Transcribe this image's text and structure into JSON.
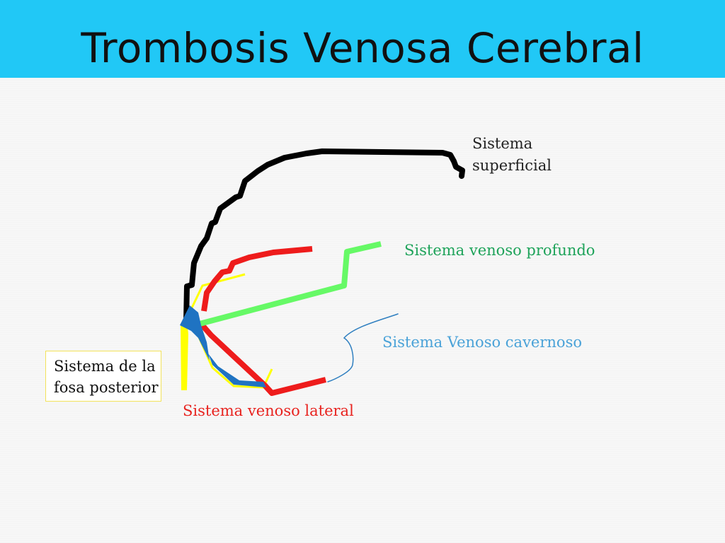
{
  "slide": {
    "title": "Trombosis Venosa Cerebral"
  },
  "labels": {
    "superficial": "Sistema\nsuperficial",
    "superficial_line1": "Sistema",
    "superficial_line2": "superficial",
    "profundo": "Sistema venoso profundo",
    "cavernoso": "Sistema Venoso cavernoso",
    "lateral": "Sistema venoso  lateral",
    "fosa_line1": "Sistema  de la",
    "fosa_line2": "fosa posterior"
  },
  "colors": {
    "title_bar": "#21c8f6",
    "superficial_line": "#000000",
    "profundo_line": "#66f966",
    "profundo_text": "#1ea35a",
    "cavernoso_line": "#2f7fc0",
    "cavernoso_text": "#4aa2d8",
    "lateral_line": "#ee1c1c",
    "lateral_text": "#e8231f",
    "fosa_fill": "#ffff00",
    "confluence_fill": "#1f73c2"
  }
}
